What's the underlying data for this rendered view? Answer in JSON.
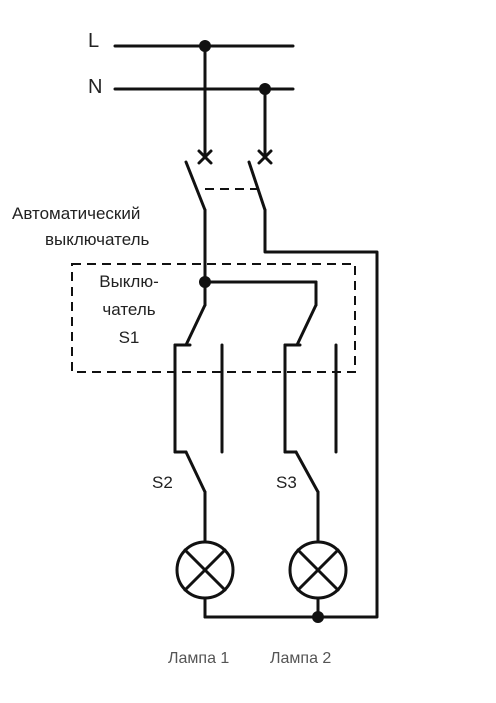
{
  "labels": {
    "line": "L",
    "neutral": "N",
    "breaker_line1": "Автоматический",
    "breaker_line2": "выключатель",
    "switch_s1_line1": "Выклю-",
    "switch_s1_line2": "чатель",
    "switch_s1_line3": "S1",
    "switch_s2": "S2",
    "switch_s3": "S3",
    "lamp1": "Лампа 1",
    "lamp2": "Лампа 2"
  }
}
